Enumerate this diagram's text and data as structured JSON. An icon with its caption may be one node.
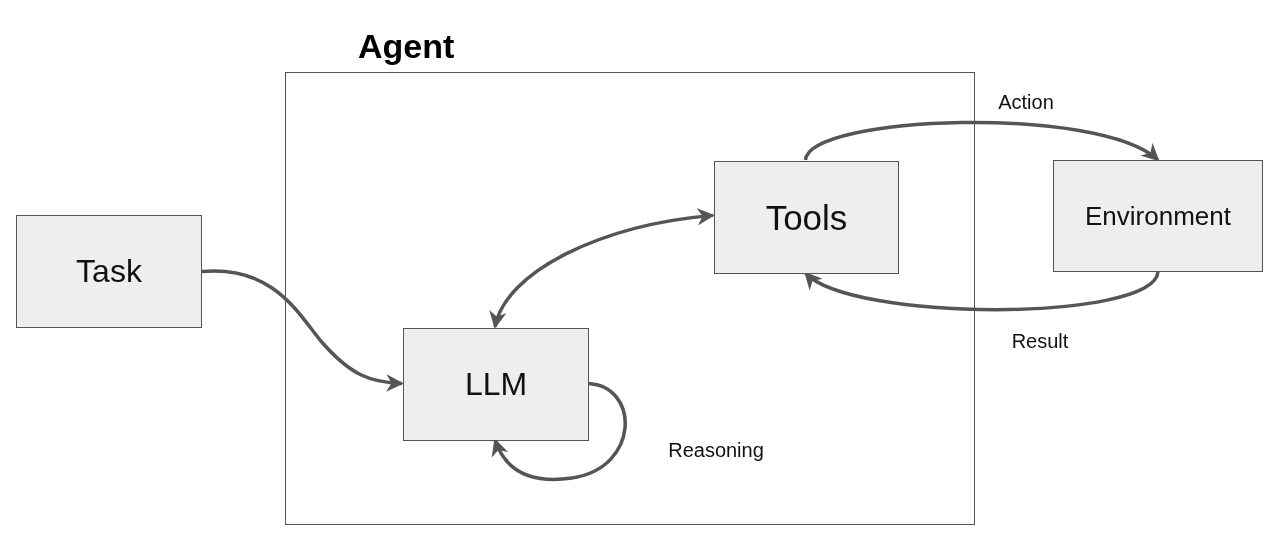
{
  "diagram": {
    "nodes": [
      {
        "text": [
          "Agent"
        ]
      },
      {
        "text": [
          "Task"
        ]
      },
      {
        "text": [
          "LLM"
        ],
        "in": 0
      },
      {
        "text": [
          "Tools"
        ],
        "in": 0
      },
      {
        "text": [
          "Environment"
        ]
      }
    ],
    "edges": [
      {
        "from": 1,
        "to": 2,
        "arrow": "to"
      },
      {
        "from": 2,
        "to": 3,
        "arrow": "both"
      },
      {
        "from": 3,
        "to": 4,
        "arrow": "to",
        "label": "Action"
      },
      {
        "from": 4,
        "to": 3,
        "arrow": "to",
        "label": "Result"
      },
      {
        "from": 2,
        "to": 2,
        "arrow": "to",
        "label": "Reasoning"
      }
    ]
  }
}
